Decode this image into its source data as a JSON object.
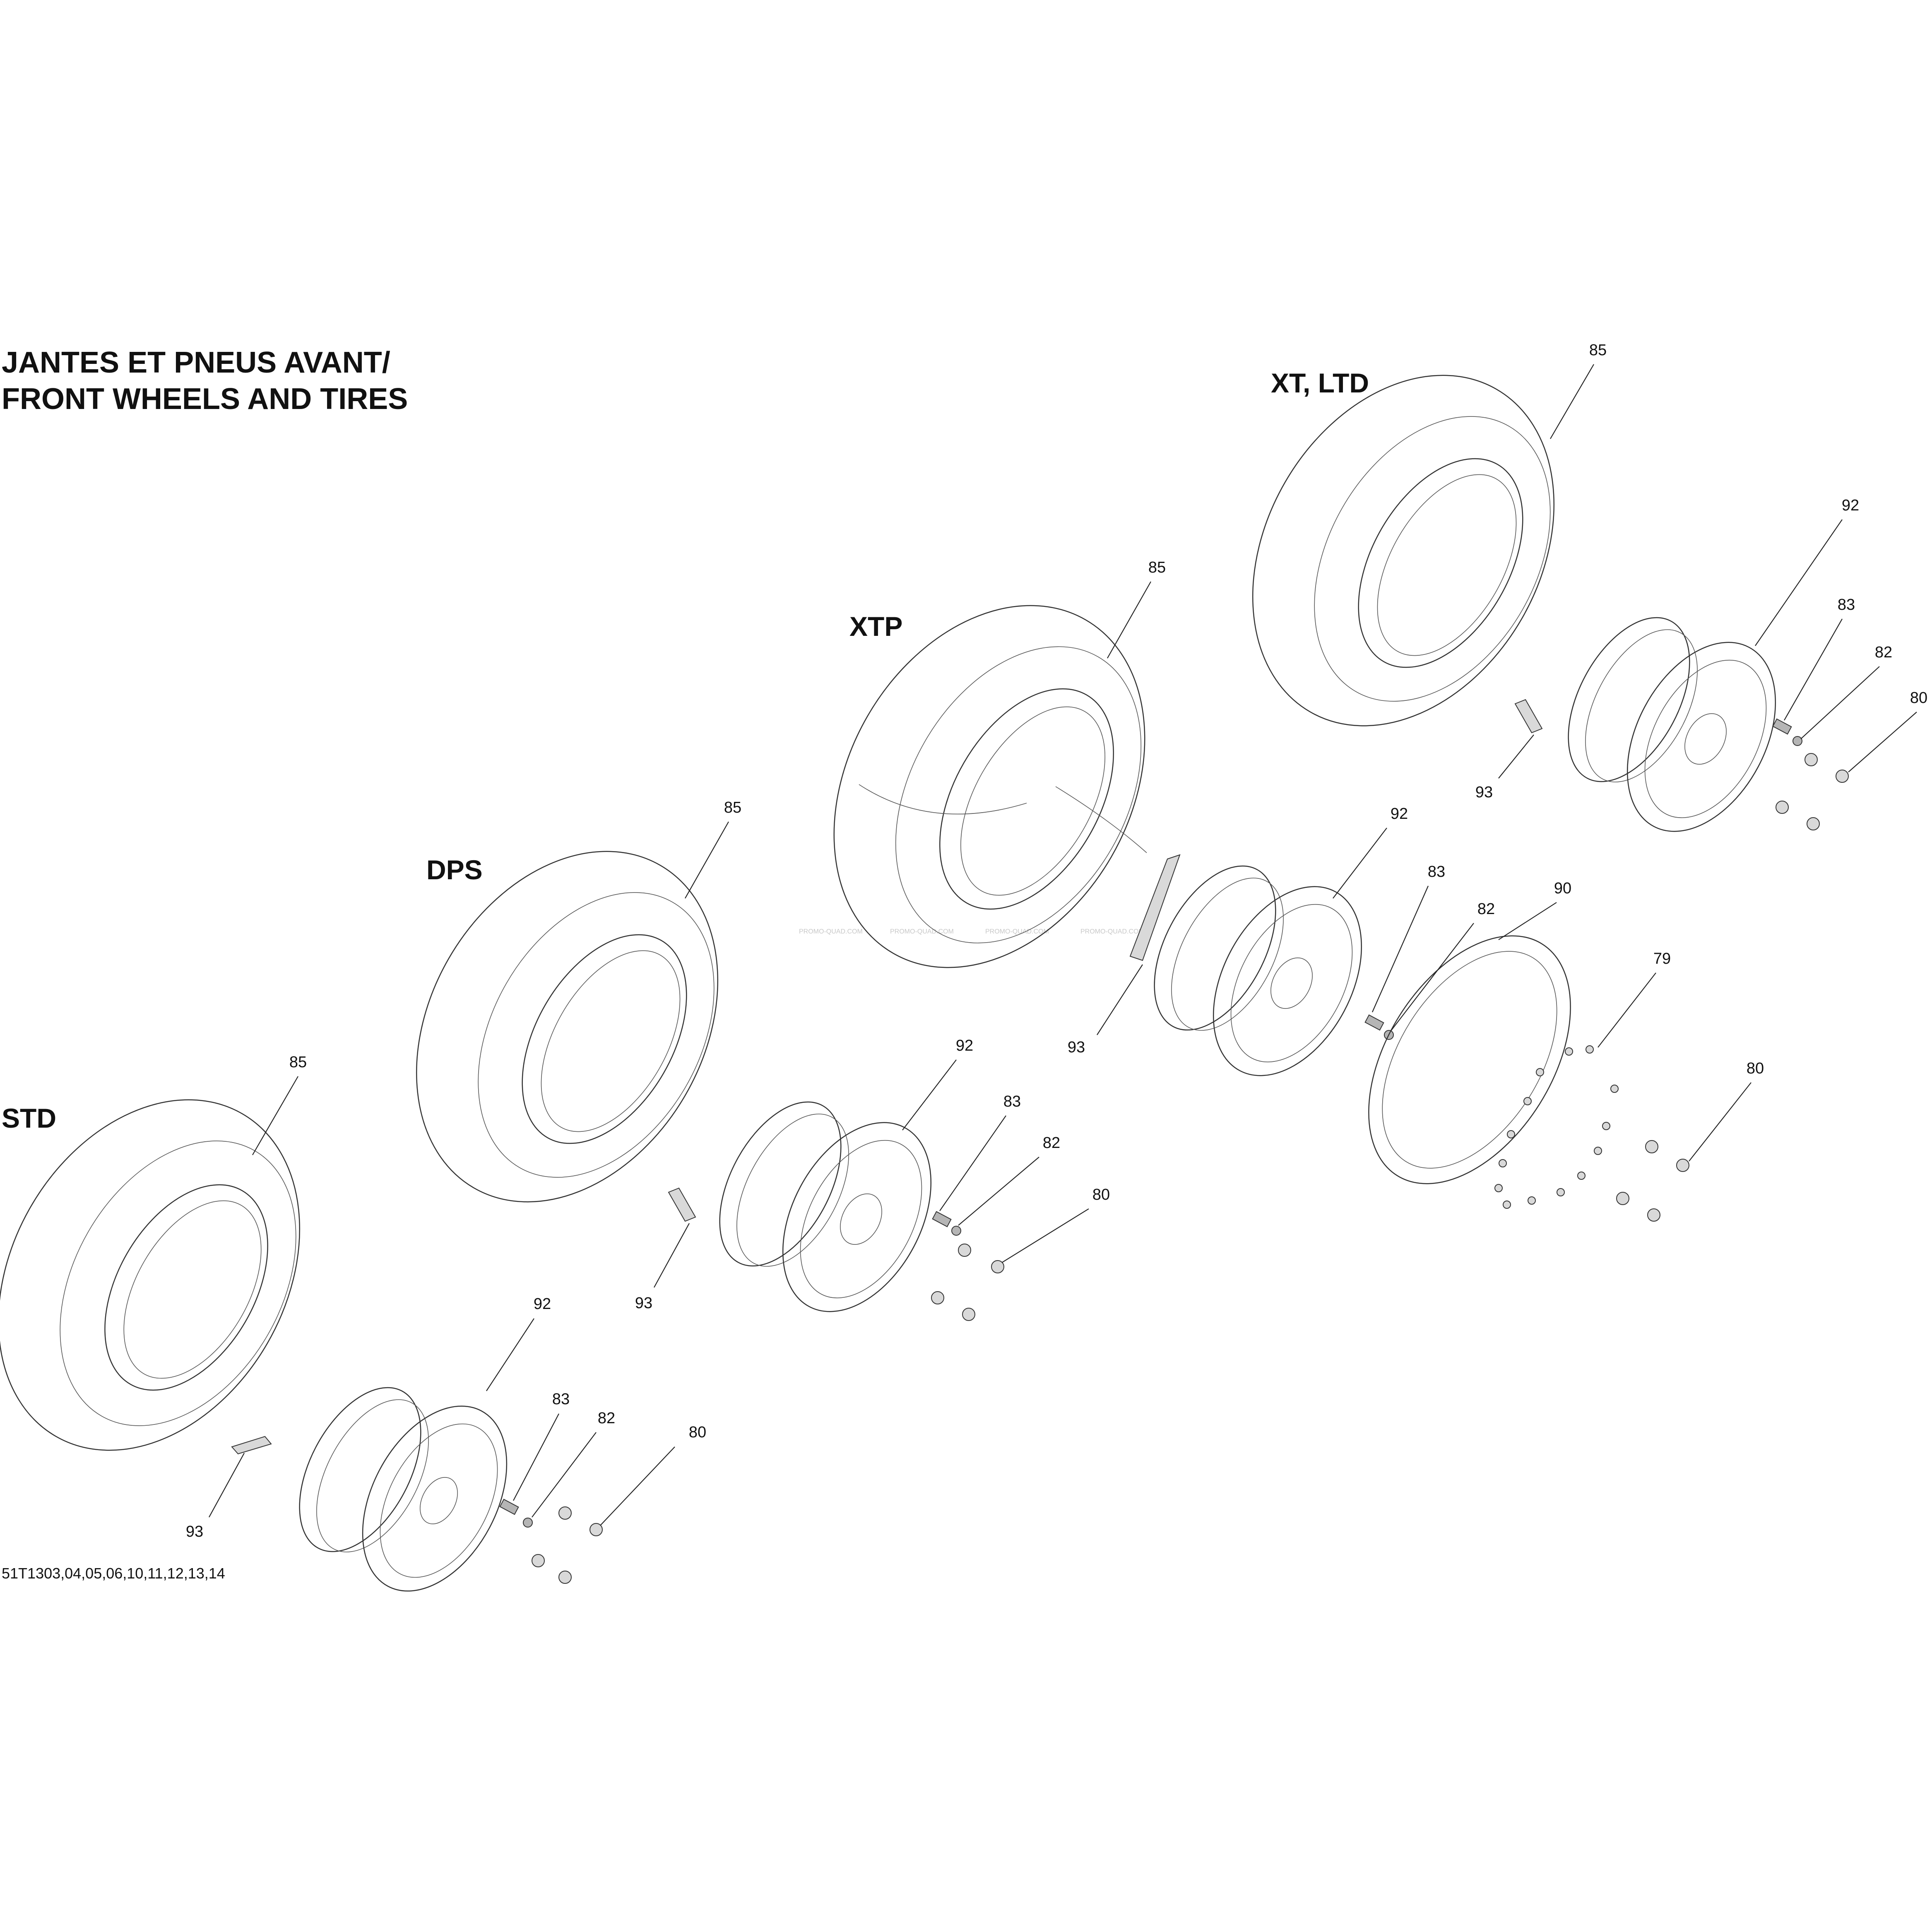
{
  "title": {
    "line1": "JANTES ET PNEUS AVANT/",
    "line2": "FRONT WHEELS AND TIRES"
  },
  "variants": {
    "std": "STD",
    "dps": "DPS",
    "xtp": "XTP",
    "xt_ltd": "XT, LTD"
  },
  "figure_code": "51T1303,04,05,06,10,11,12,13,14",
  "watermark": "PROMO-QUAD.COM",
  "callouts": {
    "c79": "79",
    "c80": "80",
    "c82": "82",
    "c83": "83",
    "c85": "85",
    "c90": "90",
    "c92": "92",
    "c93": "93"
  }
}
